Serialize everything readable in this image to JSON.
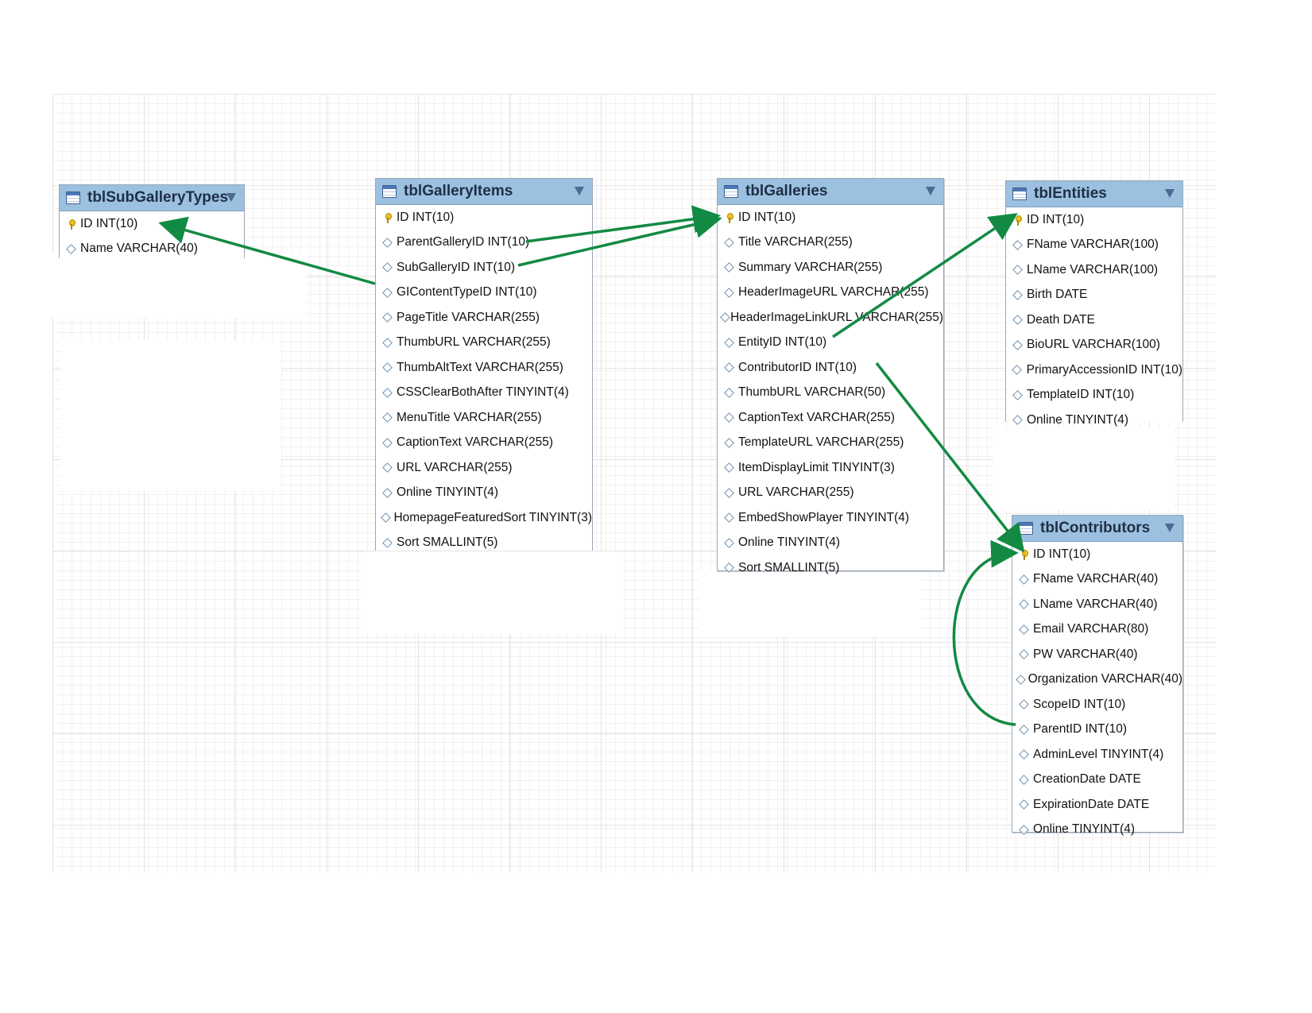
{
  "tables": [
    {
      "id": "tblSubGalleryTypes",
      "name": "tblSubGalleryTypes",
      "fields": [
        {
          "label": "ID INT(10)",
          "key": true
        },
        {
          "label": "Name VARCHAR(40)",
          "key": false
        }
      ]
    },
    {
      "id": "tblGalleryItems",
      "name": "tblGalleryItems",
      "fields": [
        {
          "label": "ID INT(10)",
          "key": true
        },
        {
          "label": "ParentGalleryID INT(10)",
          "key": false
        },
        {
          "label": "SubGalleryID INT(10)",
          "key": false
        },
        {
          "label": "GIContentTypeID INT(10)",
          "key": false
        },
        {
          "label": "PageTitle VARCHAR(255)",
          "key": false
        },
        {
          "label": "ThumbURL VARCHAR(255)",
          "key": false
        },
        {
          "label": "ThumbAltText VARCHAR(255)",
          "key": false
        },
        {
          "label": "CSSClearBothAfter TINYINT(4)",
          "key": false
        },
        {
          "label": "MenuTitle VARCHAR(255)",
          "key": false
        },
        {
          "label": "CaptionText VARCHAR(255)",
          "key": false
        },
        {
          "label": "URL VARCHAR(255)",
          "key": false
        },
        {
          "label": "Online TINYINT(4)",
          "key": false
        },
        {
          "label": "HomepageFeaturedSort TINYINT(3)",
          "key": false
        },
        {
          "label": "Sort SMALLINT(5)",
          "key": false
        }
      ]
    },
    {
      "id": "tblGalleries",
      "name": "tblGalleries",
      "fields": [
        {
          "label": "ID INT(10)",
          "key": true
        },
        {
          "label": "Title VARCHAR(255)",
          "key": false
        },
        {
          "label": "Summary VARCHAR(255)",
          "key": false
        },
        {
          "label": "HeaderImageURL VARCHAR(255)",
          "key": false
        },
        {
          "label": "HeaderImageLinkURL VARCHAR(255)",
          "key": false
        },
        {
          "label": "EntityID INT(10)",
          "key": false
        },
        {
          "label": "ContributorID INT(10)",
          "key": false
        },
        {
          "label": "ThumbURL VARCHAR(50)",
          "key": false
        },
        {
          "label": "CaptionText VARCHAR(255)",
          "key": false
        },
        {
          "label": "TemplateURL VARCHAR(255)",
          "key": false
        },
        {
          "label": "ItemDisplayLimit TINYINT(3)",
          "key": false
        },
        {
          "label": "URL VARCHAR(255)",
          "key": false
        },
        {
          "label": "EmbedShowPlayer TINYINT(4)",
          "key": false
        },
        {
          "label": "Online TINYINT(4)",
          "key": false
        },
        {
          "label": "Sort SMALLINT(5)",
          "key": false
        }
      ]
    },
    {
      "id": "tblEntities",
      "name": "tblEntities",
      "fields": [
        {
          "label": "ID INT(10)",
          "key": true
        },
        {
          "label": "FName VARCHAR(100)",
          "key": false
        },
        {
          "label": "LName VARCHAR(100)",
          "key": false
        },
        {
          "label": "Birth DATE",
          "key": false
        },
        {
          "label": "Death DATE",
          "key": false
        },
        {
          "label": "BioURL VARCHAR(100)",
          "key": false
        },
        {
          "label": "PrimaryAccessionID INT(10)",
          "key": false
        },
        {
          "label": "TemplateID INT(10)",
          "key": false
        },
        {
          "label": "Online TINYINT(4)",
          "key": false
        }
      ]
    },
    {
      "id": "tblContributors",
      "name": "tblContributors",
      "fields": [
        {
          "label": "ID INT(10)",
          "key": true
        },
        {
          "label": "FName VARCHAR(40)",
          "key": false
        },
        {
          "label": "LName VARCHAR(40)",
          "key": false
        },
        {
          "label": "Email VARCHAR(80)",
          "key": false
        },
        {
          "label": "PW VARCHAR(40)",
          "key": false
        },
        {
          "label": "Organization VARCHAR(40)",
          "key": false
        },
        {
          "label": "ScopeID INT(10)",
          "key": false
        },
        {
          "label": "ParentID INT(10)",
          "key": false
        },
        {
          "label": "AdminLevel TINYINT(4)",
          "key": false
        },
        {
          "label": "CreationDate DATE",
          "key": false
        },
        {
          "label": "ExpirationDate DATE",
          "key": false
        },
        {
          "label": "Online TINYINT(4)",
          "key": false
        }
      ]
    }
  ],
  "relationships": [
    {
      "from_table": "tblGalleryItems",
      "from_field": "GIContentTypeID INT(10)",
      "to_table": "tblSubGalleryTypes",
      "to_field": "ID INT(10)"
    },
    {
      "from_table": "tblGalleryItems",
      "from_field": "ParentGalleryID INT(10)",
      "to_table": "tblGalleries",
      "to_field": "ID INT(10)"
    },
    {
      "from_table": "tblGalleryItems",
      "from_field": "SubGalleryID INT(10)",
      "to_table": "tblGalleries",
      "to_field": "ID INT(10)"
    },
    {
      "from_table": "tblGalleries",
      "from_field": "EntityID INT(10)",
      "to_table": "tblEntities",
      "to_field": "ID INT(10)"
    },
    {
      "from_table": "tblGalleries",
      "from_field": "ContributorID INT(10)",
      "to_table": "tblContributors",
      "to_field": "ID INT(10)"
    },
    {
      "from_table": "tblContributors",
      "from_field": "ParentID INT(10)",
      "to_table": "tblContributors",
      "to_field": "ID INT(10)"
    }
  ],
  "colors": {
    "relationship_line": "#138a43",
    "header": "#9cc0e0",
    "key_icon": "#f0c020"
  }
}
